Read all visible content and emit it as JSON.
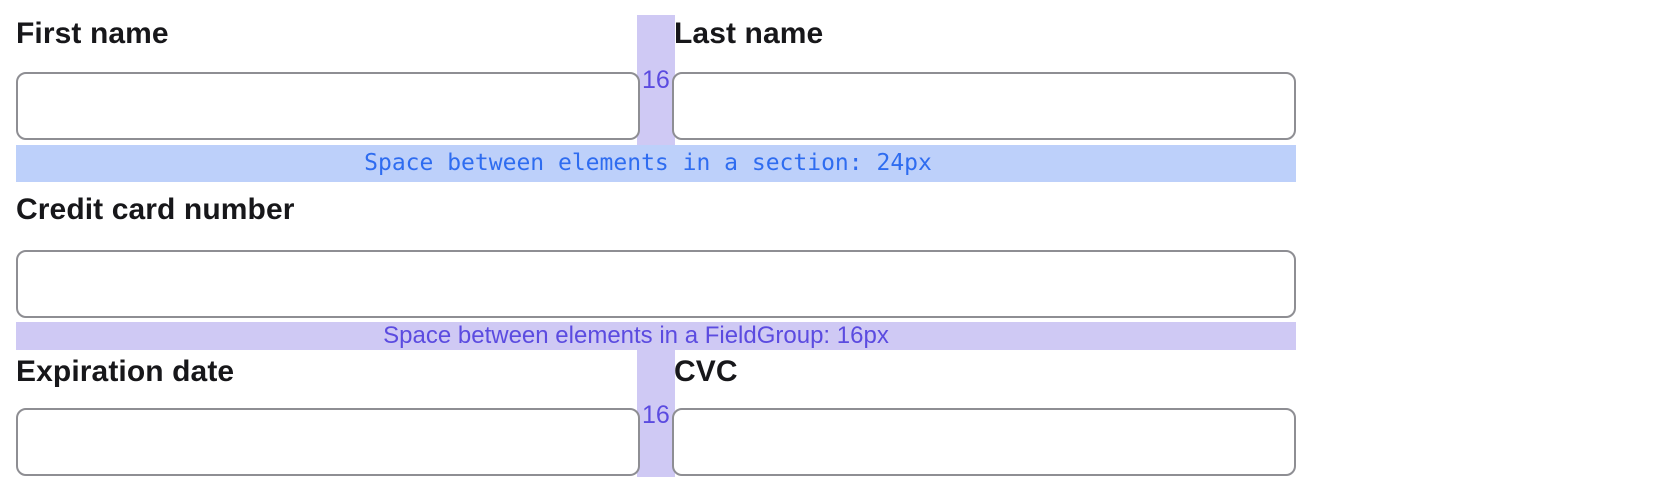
{
  "fields": {
    "first_name": {
      "label": "First name",
      "value": ""
    },
    "last_name": {
      "label": "Last name",
      "value": ""
    },
    "credit_card": {
      "label": "Credit card number",
      "value": ""
    },
    "expiration": {
      "label": "Expiration date",
      "value": ""
    },
    "cvc": {
      "label": "CVC",
      "value": ""
    }
  },
  "annotations": {
    "section_spacing": {
      "text": "Space between elements in a section: 24px"
    },
    "fieldgroup_spacing": {
      "text": "Space between elements in a FieldGroup: 16px"
    },
    "column_gap_top": {
      "value": "16"
    },
    "column_gap_bottom": {
      "value": "16"
    }
  },
  "colors": {
    "section-band-bg": "#bdd0fa",
    "section-band-text": "#2e6cf0",
    "gap-band-bg": "#cfc9f4",
    "gap-text": "#5b4be0",
    "input-border": "#8e8e93"
  }
}
